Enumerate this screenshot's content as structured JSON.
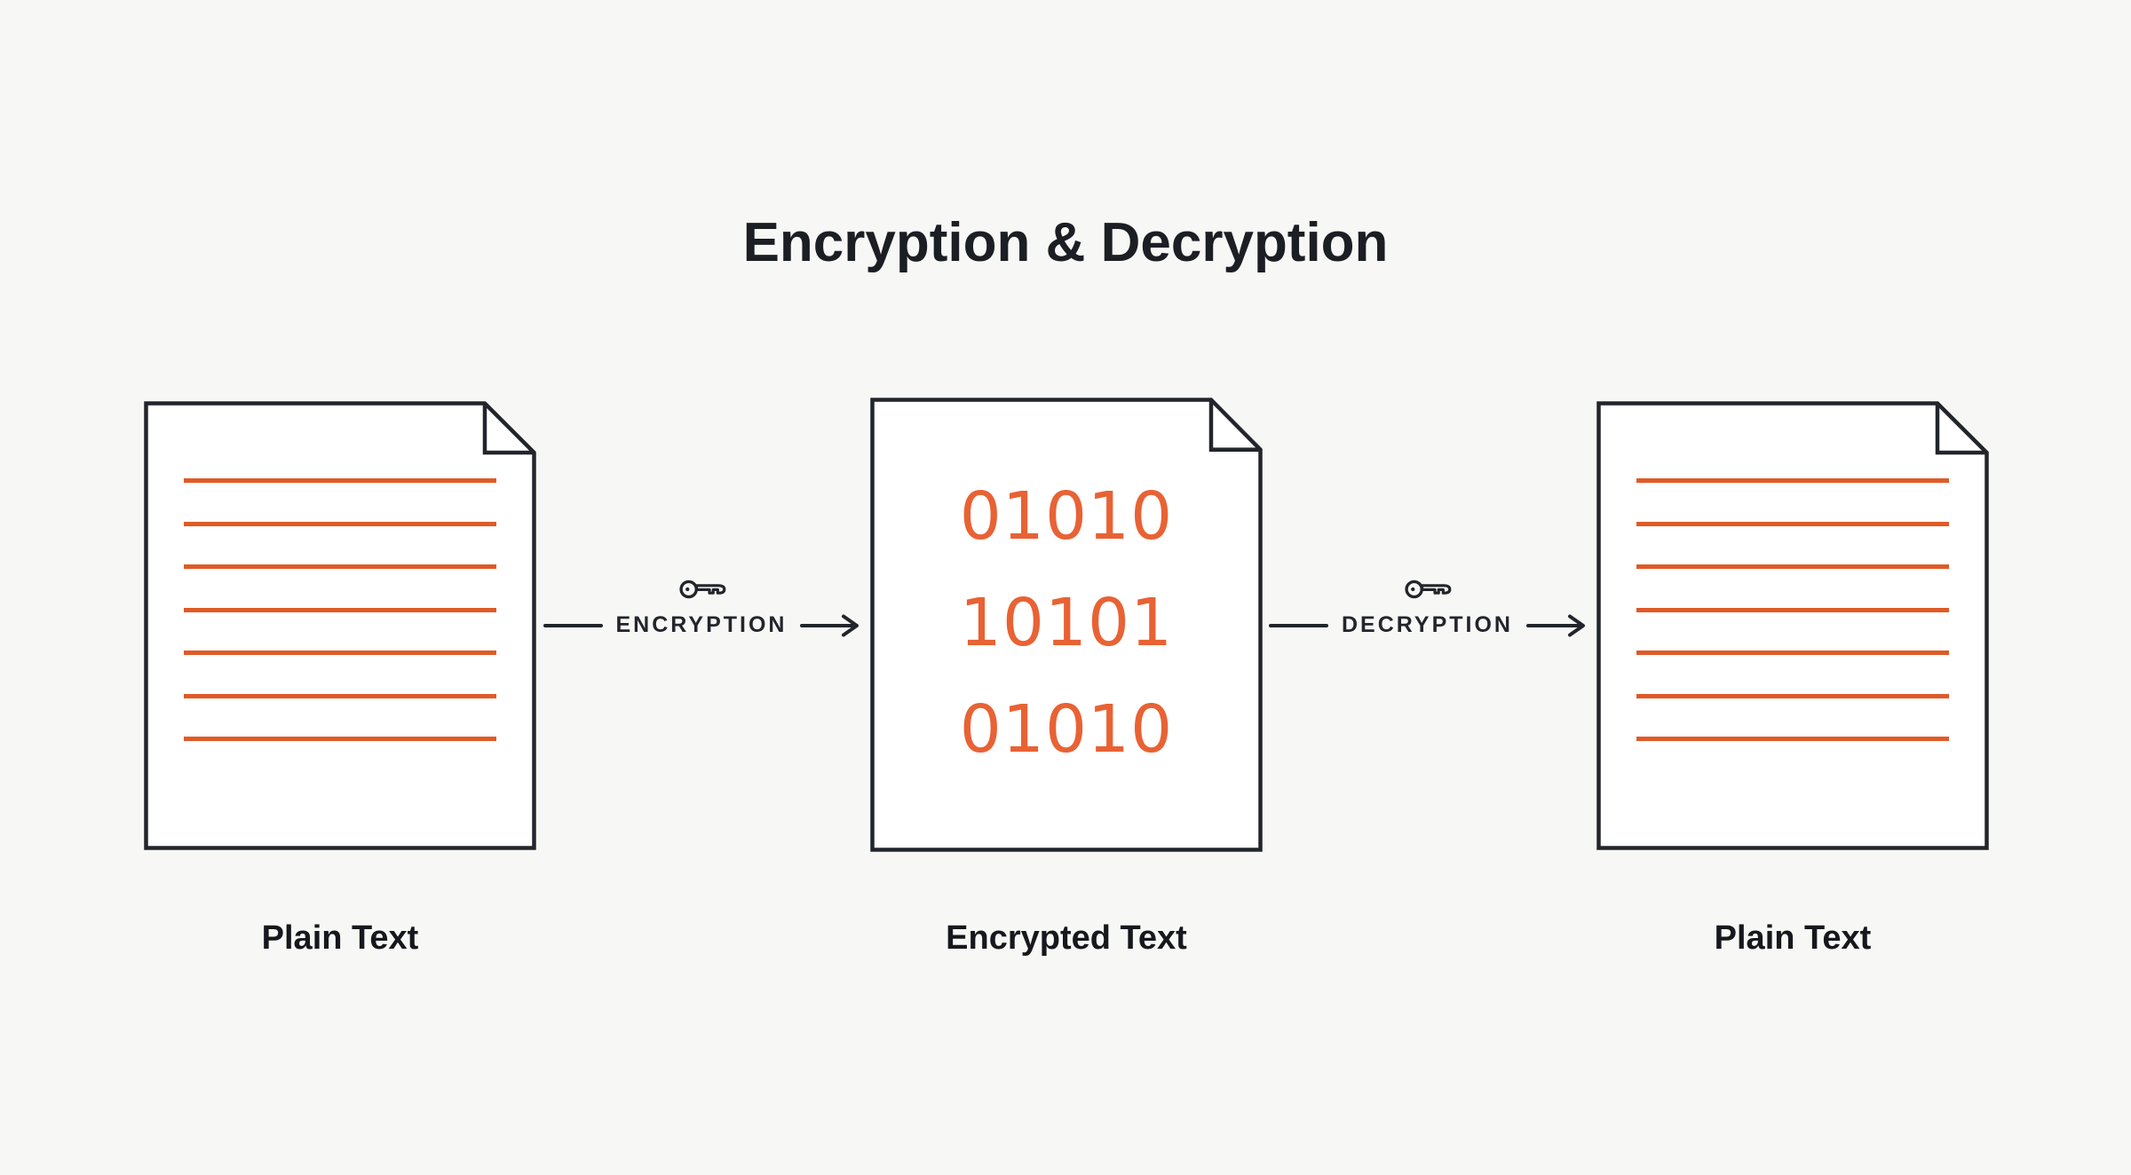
{
  "title": "Encryption & Decryption",
  "colors": {
    "background": "#F7F7F5",
    "ink": "#22252B",
    "line_orange": "#E05A26",
    "digit_orange": "#E86234"
  },
  "documents": [
    {
      "label": "Plain Text",
      "content": "ruled-lines",
      "line_count": 7
    },
    {
      "label": "Encrypted Text",
      "content": "binary",
      "binary_lines": [
        "01010",
        "10101",
        "01010"
      ]
    },
    {
      "label": "Plain Text",
      "content": "ruled-lines",
      "line_count": 7
    }
  ],
  "flows": [
    {
      "label": "ENCRYPTION",
      "icon": "key-icon",
      "direction": "right"
    },
    {
      "label": "DECRYPTION",
      "icon": "key-icon",
      "direction": "right"
    }
  ]
}
